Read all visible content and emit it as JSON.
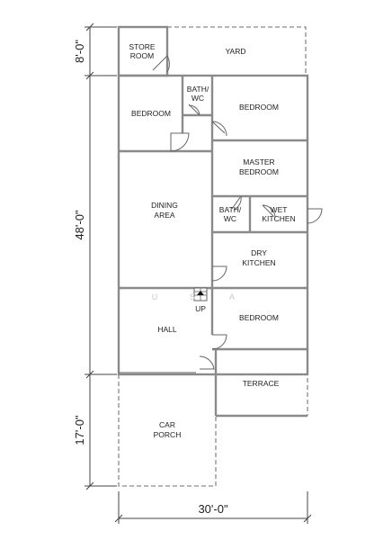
{
  "rooms": {
    "store_room": [
      "STORE",
      "ROOM"
    ],
    "yard": "YARD",
    "bedroom_left": "BEDROOM",
    "bath_wc_top": [
      "BATH/",
      "WC"
    ],
    "bedroom_right": "BEDROOM",
    "master_bedroom": [
      "MASTER",
      "BEDROOM"
    ],
    "dining_area": [
      "DINING",
      "AREA"
    ],
    "bath_wc_mid": [
      "BATH/",
      "WC"
    ],
    "wet_kitchen": [
      "WET",
      "KITCHEN"
    ],
    "dry_kitchen": [
      "DRY",
      "KITCHEN"
    ],
    "stair_up": "UP",
    "hall": "HALL",
    "bedroom_front": "BEDROOM",
    "terrace": "TERRACE",
    "car_porch": [
      "CAR",
      "PORCH"
    ]
  },
  "dimensions": {
    "top": "8'-0\"",
    "middle": "48'-0\"",
    "bottom": "17'-0\"",
    "width": "30'-0\""
  },
  "watermark": [
    "U",
    "S",
    "A"
  ]
}
